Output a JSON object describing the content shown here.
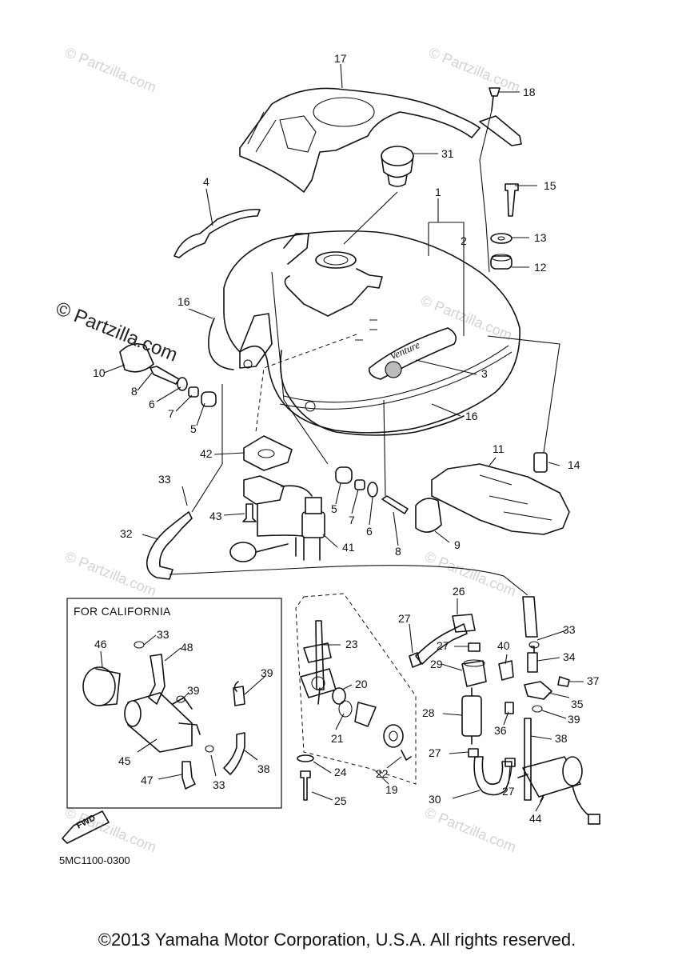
{
  "diagram": {
    "california_box_title": "FOR CALIFORNIA",
    "diagram_code": "5MC1100-0300",
    "fwd_arrow_text": "FWD",
    "brand_watermark": "© Partzilla.com",
    "repeat_watermark": "© Partzilla.com",
    "tank_emblem_text": "Venture",
    "copyright": "©2013 Yamaha Motor Corporation, U.S.A. All rights reserved."
  },
  "callouts": {
    "c1": "1",
    "c2": "2",
    "c3": "3",
    "c4": "4",
    "c5a": "5",
    "c5b": "5",
    "c6a": "6",
    "c6b": "6",
    "c7a": "7",
    "c7b": "7",
    "c8a": "8",
    "c8b": "8",
    "c9": "9",
    "c10": "10",
    "c11": "11",
    "c12": "12",
    "c13": "13",
    "c14": "14",
    "c15": "15",
    "c16a": "16",
    "c16b": "16",
    "c17": "17",
    "c18": "18",
    "c19": "19",
    "c20": "20",
    "c21": "21",
    "c22": "22",
    "c23": "23",
    "c24": "24",
    "c25": "25",
    "c26": "26",
    "c27a": "27",
    "c27b": "27",
    "c27c": "27",
    "c27d": "27",
    "c28": "28",
    "c29": "29",
    "c30": "30",
    "c31": "31",
    "c32": "32",
    "c33a": "33",
    "c33b": "33",
    "c33c": "33",
    "c33d": "33",
    "c34": "34",
    "c35": "35",
    "c36": "36",
    "c37": "37",
    "c38a": "38",
    "c38b": "38",
    "c39a": "39",
    "c39b": "39",
    "c39c": "39",
    "c40": "40",
    "c41": "41",
    "c42": "42",
    "c43": "43",
    "c44": "44",
    "c45": "45",
    "c46": "46",
    "c47": "47",
    "c48": "48"
  }
}
